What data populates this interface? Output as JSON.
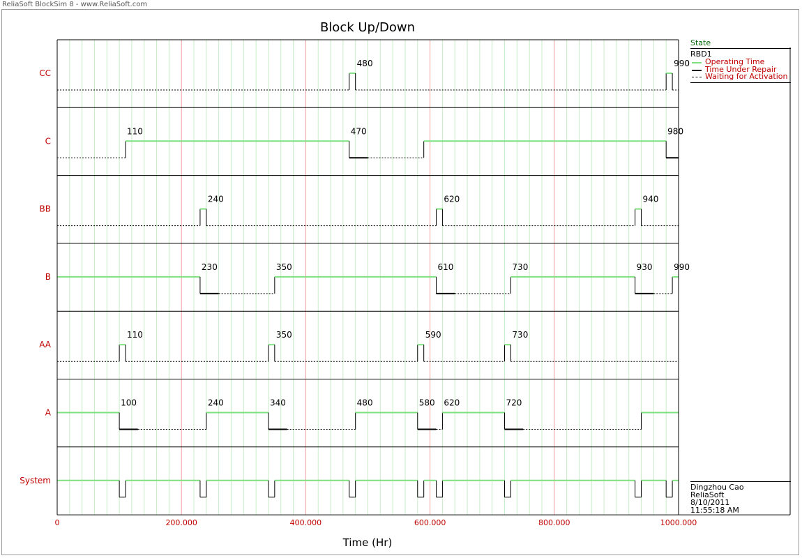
{
  "window": {
    "title": "ReliaSoft BlockSim 8 - www.ReliaSoft.com"
  },
  "legend": {
    "header": "State",
    "diagram": "RBD1",
    "entries": [
      {
        "label": "Operating Time",
        "color": "#7ee07e",
        "style": "solid"
      },
      {
        "label": "Time Under Repair",
        "color": "#000000",
        "style": "thick"
      },
      {
        "label": "Waiting for Activation",
        "color": "#000000",
        "style": "dashed"
      }
    ]
  },
  "info": {
    "user": "Dingzhou Cao",
    "company": "ReliaSoft",
    "date": "8/10/2011",
    "time": "11:55:18 AM"
  },
  "chart_data": {
    "type": "timeline",
    "title": "Block Up/Down",
    "xlabel": "Time (Hr)",
    "xlim": [
      0,
      1000
    ],
    "x_ticks": [
      0,
      200,
      400,
      600,
      800,
      1000
    ],
    "x_tick_labels": [
      "0",
      "200.000",
      "400.000",
      "600.000",
      "800.000",
      "1000.000"
    ],
    "colors": {
      "operating": "#7ee07e",
      "repair": "#000000",
      "waiting": "#000000",
      "label": "#c00000",
      "major_grid": "#f0a0a0",
      "minor_grid": "#c8ecc8"
    },
    "rows": [
      {
        "name": "CC",
        "states": [
          {
            "state": "waiting",
            "from": 0,
            "to": 470
          },
          {
            "state": "operating",
            "from": 470,
            "to": 480
          },
          {
            "state": "waiting",
            "from": 480,
            "to": 980
          },
          {
            "state": "operating",
            "from": 980,
            "to": 990
          },
          {
            "state": "waiting",
            "from": 990,
            "to": 1000
          }
        ],
        "labels": [
          {
            "x": 480,
            "text": "480"
          },
          {
            "x": 990,
            "text": "990"
          }
        ]
      },
      {
        "name": "C",
        "states": [
          {
            "state": "waiting",
            "from": 0,
            "to": 110
          },
          {
            "state": "operating",
            "from": 110,
            "to": 470
          },
          {
            "state": "repair",
            "from": 470,
            "to": 500
          },
          {
            "state": "waiting",
            "from": 500,
            "to": 590
          },
          {
            "state": "operating",
            "from": 590,
            "to": 980
          },
          {
            "state": "repair",
            "from": 980,
            "to": 1000
          }
        ],
        "labels": [
          {
            "x": 110,
            "text": "110"
          },
          {
            "x": 470,
            "text": "470"
          },
          {
            "x": 980,
            "text": "980"
          }
        ]
      },
      {
        "name": "BB",
        "states": [
          {
            "state": "waiting",
            "from": 0,
            "to": 230
          },
          {
            "state": "operating",
            "from": 230,
            "to": 240
          },
          {
            "state": "waiting",
            "from": 240,
            "to": 610
          },
          {
            "state": "operating",
            "from": 610,
            "to": 620
          },
          {
            "state": "waiting",
            "from": 620,
            "to": 930
          },
          {
            "state": "operating",
            "from": 930,
            "to": 940
          },
          {
            "state": "waiting",
            "from": 940,
            "to": 1000
          }
        ],
        "labels": [
          {
            "x": 240,
            "text": "240"
          },
          {
            "x": 620,
            "text": "620"
          },
          {
            "x": 940,
            "text": "940"
          }
        ]
      },
      {
        "name": "B",
        "states": [
          {
            "state": "operating",
            "from": 0,
            "to": 230
          },
          {
            "state": "repair",
            "from": 230,
            "to": 260
          },
          {
            "state": "waiting",
            "from": 260,
            "to": 350
          },
          {
            "state": "operating",
            "from": 350,
            "to": 610
          },
          {
            "state": "repair",
            "from": 610,
            "to": 640
          },
          {
            "state": "waiting",
            "from": 640,
            "to": 730
          },
          {
            "state": "operating",
            "from": 730,
            "to": 930
          },
          {
            "state": "repair",
            "from": 930,
            "to": 960
          },
          {
            "state": "waiting",
            "from": 960,
            "to": 990
          },
          {
            "state": "operating",
            "from": 990,
            "to": 1000
          }
        ],
        "labels": [
          {
            "x": 230,
            "text": "230"
          },
          {
            "x": 350,
            "text": "350"
          },
          {
            "x": 610,
            "text": "610"
          },
          {
            "x": 730,
            "text": "730"
          },
          {
            "x": 930,
            "text": "930"
          },
          {
            "x": 990,
            "text": "990"
          }
        ]
      },
      {
        "name": "AA",
        "states": [
          {
            "state": "waiting",
            "from": 0,
            "to": 100
          },
          {
            "state": "operating",
            "from": 100,
            "to": 110
          },
          {
            "state": "waiting",
            "from": 110,
            "to": 340
          },
          {
            "state": "operating",
            "from": 340,
            "to": 350
          },
          {
            "state": "waiting",
            "from": 350,
            "to": 580
          },
          {
            "state": "operating",
            "from": 580,
            "to": 590
          },
          {
            "state": "waiting",
            "from": 590,
            "to": 720
          },
          {
            "state": "operating",
            "from": 720,
            "to": 730
          },
          {
            "state": "waiting",
            "from": 730,
            "to": 1000
          }
        ],
        "labels": [
          {
            "x": 110,
            "text": "110"
          },
          {
            "x": 350,
            "text": "350"
          },
          {
            "x": 590,
            "text": "590"
          },
          {
            "x": 730,
            "text": "730"
          }
        ]
      },
      {
        "name": "A",
        "states": [
          {
            "state": "operating",
            "from": 0,
            "to": 100
          },
          {
            "state": "repair",
            "from": 100,
            "to": 130
          },
          {
            "state": "waiting",
            "from": 130,
            "to": 240
          },
          {
            "state": "operating",
            "from": 240,
            "to": 340
          },
          {
            "state": "repair",
            "from": 340,
            "to": 370
          },
          {
            "state": "waiting",
            "from": 370,
            "to": 480
          },
          {
            "state": "operating",
            "from": 480,
            "to": 580
          },
          {
            "state": "repair",
            "from": 580,
            "to": 610
          },
          {
            "state": "waiting",
            "from": 610,
            "to": 620
          },
          {
            "state": "operating",
            "from": 620,
            "to": 720
          },
          {
            "state": "repair",
            "from": 720,
            "to": 750
          },
          {
            "state": "waiting",
            "from": 750,
            "to": 940
          },
          {
            "state": "operating",
            "from": 940,
            "to": 1000
          }
        ],
        "labels": [
          {
            "x": 100,
            "text": "100"
          },
          {
            "x": 240,
            "text": "240"
          },
          {
            "x": 340,
            "text": "340"
          },
          {
            "x": 480,
            "text": "480"
          },
          {
            "x": 580,
            "text": "580"
          },
          {
            "x": 620,
            "text": "620"
          },
          {
            "x": 720,
            "text": "720"
          }
        ]
      },
      {
        "name": "System",
        "states": [
          {
            "state": "operating",
            "from": 0,
            "to": 100
          },
          {
            "state": "down",
            "from": 100,
            "to": 110
          },
          {
            "state": "operating",
            "from": 110,
            "to": 230
          },
          {
            "state": "down",
            "from": 230,
            "to": 240
          },
          {
            "state": "operating",
            "from": 240,
            "to": 340
          },
          {
            "state": "down",
            "from": 340,
            "to": 350
          },
          {
            "state": "operating",
            "from": 350,
            "to": 470
          },
          {
            "state": "down",
            "from": 470,
            "to": 480
          },
          {
            "state": "operating",
            "from": 480,
            "to": 580
          },
          {
            "state": "down",
            "from": 580,
            "to": 590
          },
          {
            "state": "operating",
            "from": 590,
            "to": 610
          },
          {
            "state": "down",
            "from": 610,
            "to": 620
          },
          {
            "state": "operating",
            "from": 620,
            "to": 720
          },
          {
            "state": "down",
            "from": 720,
            "to": 730
          },
          {
            "state": "operating",
            "from": 730,
            "to": 930
          },
          {
            "state": "down",
            "from": 930,
            "to": 940
          },
          {
            "state": "operating",
            "from": 940,
            "to": 980
          },
          {
            "state": "down",
            "from": 980,
            "to": 990
          },
          {
            "state": "operating",
            "from": 990,
            "to": 1000
          }
        ],
        "labels": []
      }
    ]
  }
}
